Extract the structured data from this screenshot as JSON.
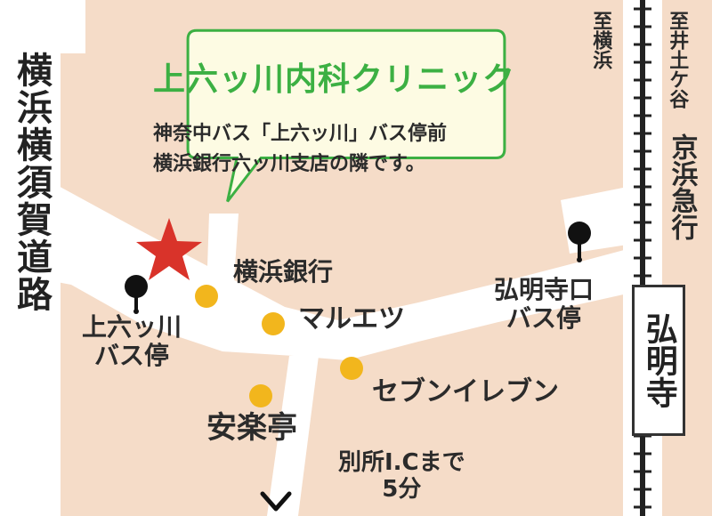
{
  "clinic": {
    "name": "上六ッ川内科クリニック",
    "line1": "神奈中バス「上六ッ川」バス停前",
    "line2": "横浜銀行六ッ川支店の隣です。"
  },
  "roads": {
    "yokohama_yokosuka": "横浜横須賀道路"
  },
  "railway": {
    "line_name": "京浜急行",
    "to_yokohama": "至横浜",
    "to_idogaya": "至井土ケ谷",
    "station": "弘明寺"
  },
  "bus_stops": {
    "kamimutsukawa": {
      "line1": "上六ッ川",
      "line2": "バス停"
    },
    "gumyoji_guchi": {
      "line1": "弘明寺口",
      "line2": "バス停"
    }
  },
  "landmarks": {
    "bank": "横浜銀行",
    "maruetsu": "マルエツ",
    "seven_eleven": "セブンイレブン",
    "anrakutei": "安楽亭"
  },
  "direction": {
    "line1": "別所I.Cまで",
    "line2": "5分"
  },
  "icons": {
    "clinic": "star-icon",
    "bus_stop": "map-pin-icon",
    "landmark": "dot-icon",
    "direction": "arrow-down-icon"
  },
  "colors": {
    "background": "#f5dcc8",
    "road": "#ffffff",
    "clinic_star": "#d9332a",
    "callout_border": "#3cb043",
    "callout_fill": "#fdfbe3",
    "title_text": "#3cb043",
    "landmark_dot": "#f2b61d"
  }
}
